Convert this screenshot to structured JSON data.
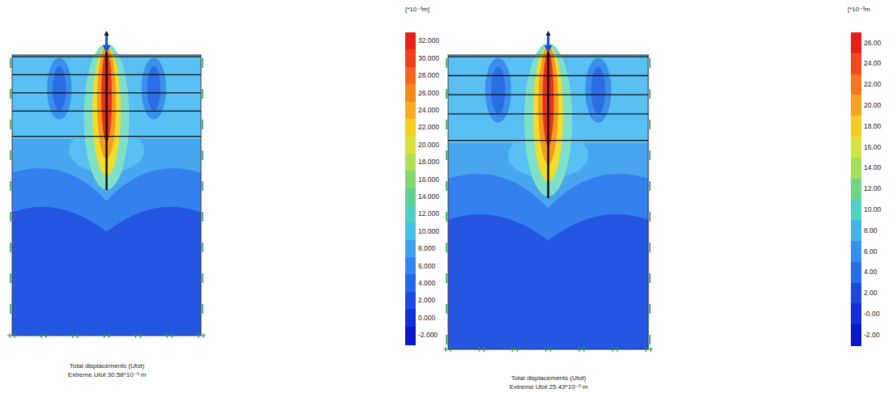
{
  "diagram": {
    "labels": [
      "[*10⁻³m]",
      "Total displacements (Utot)",
      "Extreme Utot 30.58*10⁻³ m",
      "[*10⁻³m",
      "Total displacements (Utot)",
      "Extreme Utot 25.43*10⁻³ m"
    ],
    "legend": [
      {
        "text": "32.000",
        "color": "#e8201a"
      },
      {
        "text": "30.000",
        "color": "#f0401c"
      },
      {
        "text": "28.000",
        "color": "#f5651e"
      },
      {
        "text": "26.000",
        "color": "#f78a1f"
      },
      {
        "text": "24.000",
        "color": "#f8ae20"
      },
      {
        "text": "22.000",
        "color": "#f5d022"
      },
      {
        "text": "20.000",
        "color": "#dde23a"
      },
      {
        "text": "18.000",
        "color": "#b2de55"
      },
      {
        "text": "16.000",
        "color": "#86d872"
      },
      {
        "text": "14.000",
        "color": "#5ed293"
      },
      {
        "text": "12.000",
        "color": "#52d0c2"
      },
      {
        "text": "10.000",
        "color": "#48c0e8"
      },
      {
        "text": "8.000",
        "color": "#3ea4f0"
      },
      {
        "text": "6.000",
        "color": "#3286f0"
      },
      {
        "text": "4.000",
        "color": "#2668ea"
      },
      {
        "text": "2.000",
        "color": "#1c4ae2"
      },
      {
        "text": "0.000",
        "color": "#1230d8"
      },
      {
        "text": "-2.000",
        "color": "#0a18c8"
      },
      {
        "text": "26.00",
        "color": "#e8201a"
      },
      {
        "text": "24.00",
        "color": "#f24a1c"
      },
      {
        "text": "22.00",
        "color": "#f6781e"
      },
      {
        "text": "20.00",
        "color": "#f8a420"
      },
      {
        "text": "18.00",
        "color": "#f5cc22"
      },
      {
        "text": "16.00",
        "color": "#d8e23c"
      },
      {
        "text": "14.00",
        "color": "#a4dc5e"
      },
      {
        "text": "12.00",
        "color": "#70d684"
      },
      {
        "text": "10.00",
        "color": "#52d0c2"
      },
      {
        "text": "8.00",
        "color": "#44b4ec"
      },
      {
        "text": "6.00",
        "color": "#3690f0"
      },
      {
        "text": "4.00",
        "color": "#286cea"
      },
      {
        "text": "2.00",
        "color": "#1c48e0"
      },
      {
        "text": "-0.00",
        "color": "#1230d8"
      },
      {
        "text": "-2.00",
        "color": "#0a18c8"
      }
    ]
  }
}
